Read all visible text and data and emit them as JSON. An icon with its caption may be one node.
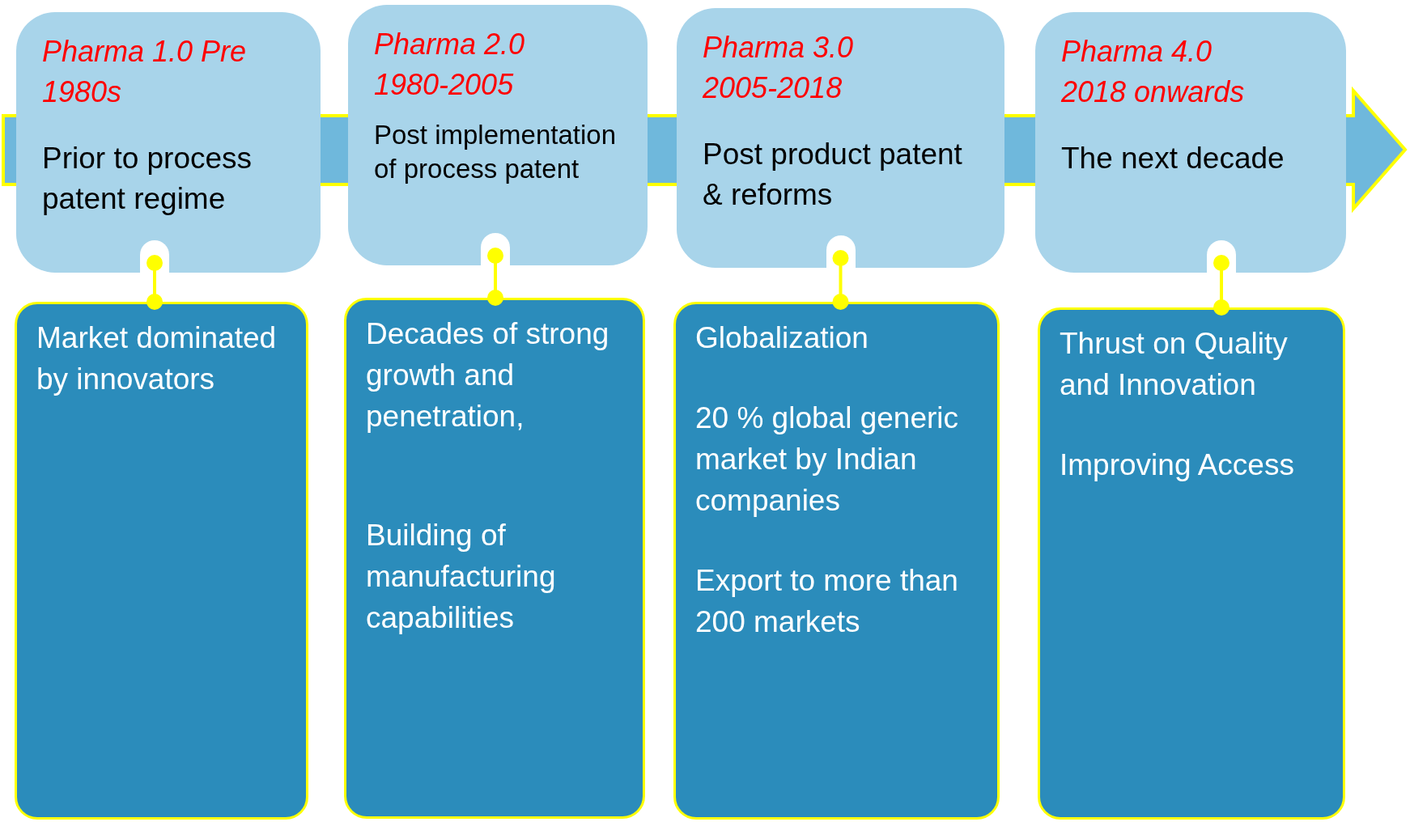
{
  "diagram": {
    "nodes": [
      {
        "text": [
          "Pharma 1.0 Pre 1980s",
          "Prior to process patent regime"
        ]
      },
      {
        "text": [
          "Market dominated by innovators"
        ]
      },
      {
        "text": [
          "Pharma 2.0 1980-2005",
          "Post implementation of process patent"
        ]
      },
      {
        "text": [
          "Decades of strong growth and penetration,",
          "Building of manufacturing capabilities"
        ]
      },
      {
        "text": [
          "Pharma 3.0 2005-2018",
          "Post product patent & reforms"
        ]
      },
      {
        "text": [
          "Globalization",
          "20 % global generic market by Indian companies",
          "Export to more than 200 markets"
        ]
      },
      {
        "text": [
          "Pharma 4.0 2018 onwards",
          "The next decade"
        ]
      },
      {
        "text": [
          "Thrust on Quality and Innovation",
          "Improving Access"
        ]
      }
    ],
    "edges": [
      {
        "from": 0,
        "to": 1,
        "arrow": "other"
      },
      {
        "from": 2,
        "to": 3,
        "arrow": "other"
      },
      {
        "from": 4,
        "to": 5,
        "arrow": "other"
      },
      {
        "from": 6,
        "to": 7,
        "arrow": "other"
      }
    ]
  }
}
